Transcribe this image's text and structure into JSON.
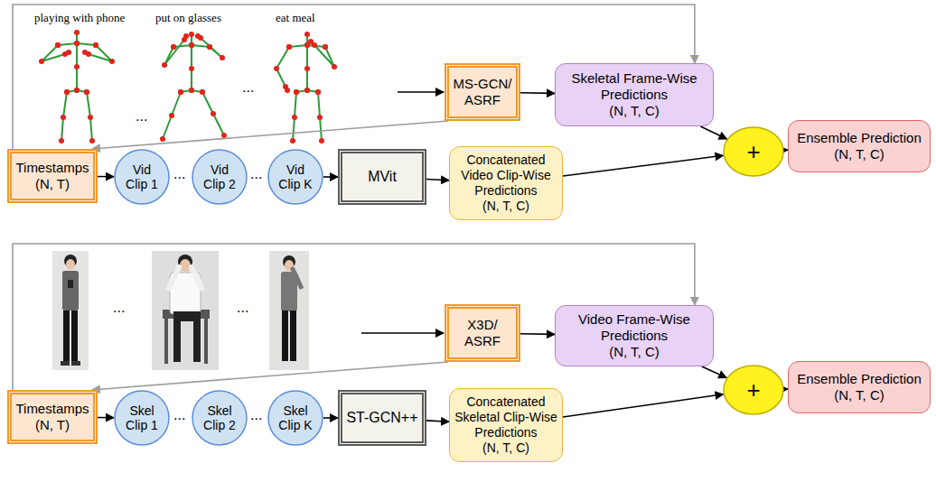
{
  "diagram": {
    "nodes": [
      {
        "text": [
          "MS-GCN/ ASRF"
        ]
      },
      {
        "text": [
          "Skeletal Frame-Wise Predictions",
          "(N, T, C)"
        ]
      },
      {
        "text": [
          "+"
        ]
      },
      {
        "text": [
          "Ensemble Prediction",
          "(N, T, C)"
        ]
      },
      {
        "text": [
          "Timestamps",
          "(N, T)"
        ]
      },
      {
        "text": [
          "Vid Clip 1"
        ]
      },
      {
        "text": [
          "Vid Clip 2"
        ]
      },
      {
        "text": [
          "Vid Clip K"
        ]
      },
      {
        "text": [
          "MVit"
        ]
      },
      {
        "text": [
          "Concatenated Video Clip-Wise Predictions",
          "(N, T, C)"
        ]
      },
      {
        "text": [
          "X3D/ ASRF"
        ]
      },
      {
        "text": [
          "Video Frame-Wise Predictions",
          "(N, T, C)"
        ]
      },
      {
        "text": [
          "+"
        ]
      },
      {
        "text": [
          "Ensemble Prediction",
          "(N, T, C)"
        ]
      },
      {
        "text": [
          "Timestamps",
          "(N, T)"
        ]
      },
      {
        "text": [
          "Skel Clip 1"
        ]
      },
      {
        "text": [
          "Skel Clip 2"
        ]
      },
      {
        "text": [
          "Skel Clip K"
        ]
      },
      {
        "text": [
          "ST-GCN++"
        ]
      },
      {
        "text": [
          "Concatenated Skeletal Clip-Wise Predictions",
          "(N, T, C)"
        ]
      }
    ],
    "edges": [
      {
        "from": 0,
        "to": 1,
        "arrow": "to"
      },
      {
        "from": 1,
        "to": 2,
        "arrow": "to"
      },
      {
        "from": 9,
        "to": 2,
        "arrow": "to"
      },
      {
        "from": 2,
        "to": 3,
        "arrow": "to"
      },
      {
        "from": 0,
        "to": 4,
        "arrow": "to"
      },
      {
        "from": 4,
        "to": 1,
        "arrow": "to"
      },
      {
        "from": 4,
        "to": 5,
        "arrow": "to"
      },
      {
        "from": 7,
        "to": 8,
        "arrow": "to"
      },
      {
        "from": 8,
        "to": 9,
        "arrow": "to"
      },
      {
        "from": 10,
        "to": 11,
        "arrow": "to"
      },
      {
        "from": 11,
        "to": 12,
        "arrow": "to"
      },
      {
        "from": 19,
        "to": 12,
        "arrow": "to"
      },
      {
        "from": 12,
        "to": 13,
        "arrow": "to"
      },
      {
        "from": 10,
        "to": 14,
        "arrow": "to"
      },
      {
        "from": 14,
        "to": 11,
        "arrow": "to"
      },
      {
        "from": 14,
        "to": 15,
        "arrow": "to"
      },
      {
        "from": 17,
        "to": 18,
        "arrow": "to"
      },
      {
        "from": 18,
        "to": 19,
        "arrow": "to"
      }
    ],
    "labels": [
      "playing with phone",
      "...",
      "put on glasses",
      "...",
      "eat meal",
      "...",
      "...",
      "...",
      "...",
      "...",
      "..."
    ]
  }
}
